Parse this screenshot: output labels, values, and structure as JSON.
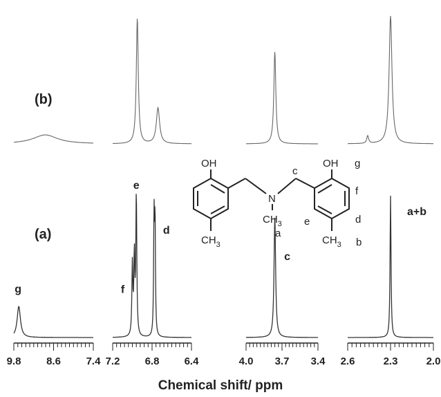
{
  "chart_data": {
    "type": "line",
    "xlabel": "Chemical shift/ ppm",
    "panel_labels": {
      "top": "(b)",
      "bottom": "(a)"
    },
    "segments": [
      {
        "xlim": [
          9.8,
          7.4
        ],
        "ticks": [
          "9.8",
          "8.6",
          "7.4"
        ]
      },
      {
        "xlim": [
          7.2,
          6.4
        ],
        "ticks": [
          "7.2",
          "6.8",
          "6.4"
        ]
      },
      {
        "xlim": [
          4.0,
          3.4
        ],
        "ticks": [
          "4.0",
          "3.7",
          "3.4"
        ]
      },
      {
        "xlim": [
          2.6,
          2.0
        ],
        "ticks": [
          "2.6",
          "2.3",
          "2.0"
        ]
      }
    ],
    "series": [
      {
        "panel": "(a)",
        "peaks": [
          {
            "segment": 0,
            "x": 9.65,
            "height": 0.22,
            "width": 0.06,
            "label": "g"
          },
          {
            "segment": 1,
            "x": 7.0,
            "height": 0.5,
            "width": 0.006,
            "label": "f"
          },
          {
            "segment": 1,
            "x": 6.98,
            "height": 0.55,
            "width": 0.006
          },
          {
            "segment": 1,
            "x": 6.96,
            "height": 1.0,
            "width": 0.006,
            "label": "e"
          },
          {
            "segment": 1,
            "x": 6.78,
            "height": 0.82,
            "width": 0.005,
            "label": "d"
          },
          {
            "segment": 1,
            "x": 6.77,
            "height": 0.8,
            "width": 0.005
          },
          {
            "segment": 2,
            "x": 3.76,
            "height": 0.85,
            "width": 0.008,
            "label": "c"
          },
          {
            "segment": 3,
            "x": 2.3,
            "height": 1.0,
            "width": 0.004,
            "label": "a+b"
          }
        ]
      },
      {
        "panel": "(b)",
        "peaks": [
          {
            "segment": 0,
            "x": 8.85,
            "height": 0.07,
            "width": 0.45
          },
          {
            "segment": 1,
            "x": 6.95,
            "height": 0.98,
            "width": 0.012
          },
          {
            "segment": 1,
            "x": 6.74,
            "height": 0.28,
            "width": 0.02
          },
          {
            "segment": 2,
            "x": 3.76,
            "height": 0.72,
            "width": 0.01
          },
          {
            "segment": 3,
            "x": 2.46,
            "height": 0.06,
            "width": 0.008
          },
          {
            "segment": 3,
            "x": 2.3,
            "height": 1.0,
            "width": 0.012
          }
        ]
      }
    ],
    "structure_labels": {
      "oh_left": "OH",
      "oh_right": "OH",
      "n_atom": "N",
      "ch3_n_base": "CH",
      "ch3_n_sub": "3",
      "ch3_left_base": "CH",
      "ch3_left_sub": "3",
      "ch3_right_base": "CH",
      "ch3_right_sub": "3",
      "a": "a",
      "b": "b",
      "c": "c",
      "d": "d",
      "e": "e",
      "f": "f",
      "g": "g"
    }
  }
}
